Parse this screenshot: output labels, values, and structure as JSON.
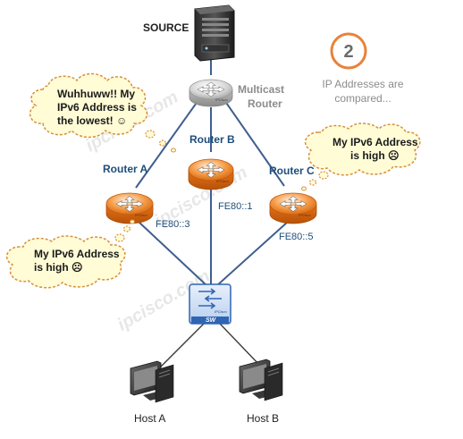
{
  "labels": {
    "source": "SOURCE",
    "multicast_router_line1": "Multicast",
    "multicast_router_line2": "Router",
    "router_a": "Router A",
    "router_b": "Router B",
    "router_c": "Router C",
    "router_a_ip": "FE80::3",
    "router_b_ip": "FE80::1",
    "router_c_ip": "FE80::5",
    "switch": "SW",
    "host_a": "Host A",
    "host_b": "Host B",
    "step_number": "2",
    "step_line1": "IP Addresses are",
    "step_line2": "compared..."
  },
  "bubbles": {
    "router_b_line1": "Wuhhuww!! My",
    "router_b_line2": "IPv6 Address is",
    "router_b_line3": "the lowest! ☺",
    "router_c_line1": "My IPv6 Address",
    "router_c_line2": "is high ☹",
    "router_a_line1": "My IPv6 Address",
    "router_a_line2": "is high ☹"
  },
  "icon_text": {
    "router_brand": "IPCisco",
    "switch_brand": "IPCisco"
  },
  "watermarks": {
    "wm1": "ipcisco.com",
    "wm2": "ipcisco.com",
    "wm3": "ipcisco.com"
  },
  "colors": {
    "link_line": "#3f5e8f",
    "router_orange": "#f07d1c",
    "router_gray": "#c9c9c9",
    "switch_blue": "#2f66b3",
    "bubble_fill": "#fffcd6",
    "bubble_border": "#d8903a",
    "step_circle": "#e8833a"
  }
}
